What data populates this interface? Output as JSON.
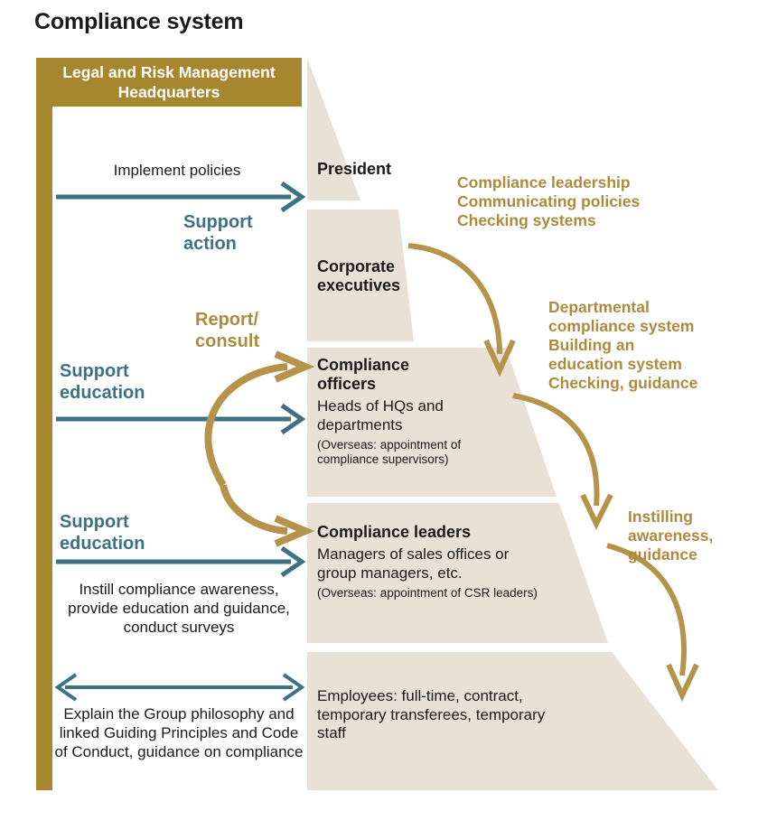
{
  "title": "Compliance system",
  "colors": {
    "gold": "#a6862f",
    "gold_text": "#ad8a3e",
    "gold_arrow": "#b5934a",
    "teal": "#3d7184",
    "tier_fill": "#e9e1d5",
    "text": "#1a1a1a"
  },
  "left_column": {
    "header": "Legal and Risk Management Headquarters",
    "annotations": {
      "implement_policies": "Implement policies",
      "support_action": "Support\naction",
      "report_consult": "Report/\nconsult",
      "support_education_1": "Support\neducation",
      "support_education_2": "Support\neducation",
      "instill_text": "Instill compliance awareness, provide education and guidance, conduct surveys",
      "explain_text": "Explain the Group philosophy and linked Guiding Principles and Code of Conduct, guidance on compliance"
    }
  },
  "pyramid": {
    "tiers": [
      {
        "id": "president",
        "title": "President",
        "subtitle": "",
        "note": ""
      },
      {
        "id": "corporate-executives",
        "title": "Corporate\nexecutives",
        "subtitle": "",
        "note": ""
      },
      {
        "id": "compliance-officers",
        "title": "Compliance\nofficers",
        "subtitle": "Heads of HQs and\ndepartments",
        "note": "(Overseas: appointment of\ncompliance supervisors)"
      },
      {
        "id": "compliance-leaders",
        "title": "Compliance leaders",
        "subtitle": "Managers of sales offices or\ngroup managers, etc.",
        "note": "(Overseas: appointment of CSR leaders)"
      },
      {
        "id": "employees",
        "title": "",
        "subtitle": "Employees: full-time, contract,\ntemporary transferees, temporary\nstaff",
        "note": ""
      }
    ]
  },
  "right_annotations": {
    "leadership": "Compliance leadership\nCommunicating policies\nChecking systems",
    "departmental": "Departmental\ncompliance system\nBuilding an\neducation system\nChecking, guidance",
    "instilling": "Instilling\nawareness,\nguidance"
  },
  "icons": {
    "arrow_right": "arrow-right-icon",
    "arrow_double": "arrow-left-right-icon",
    "arrow_curved_down": "curved-arrow-down-icon",
    "arrow_curved_up": "curved-arrow-up-icon"
  }
}
